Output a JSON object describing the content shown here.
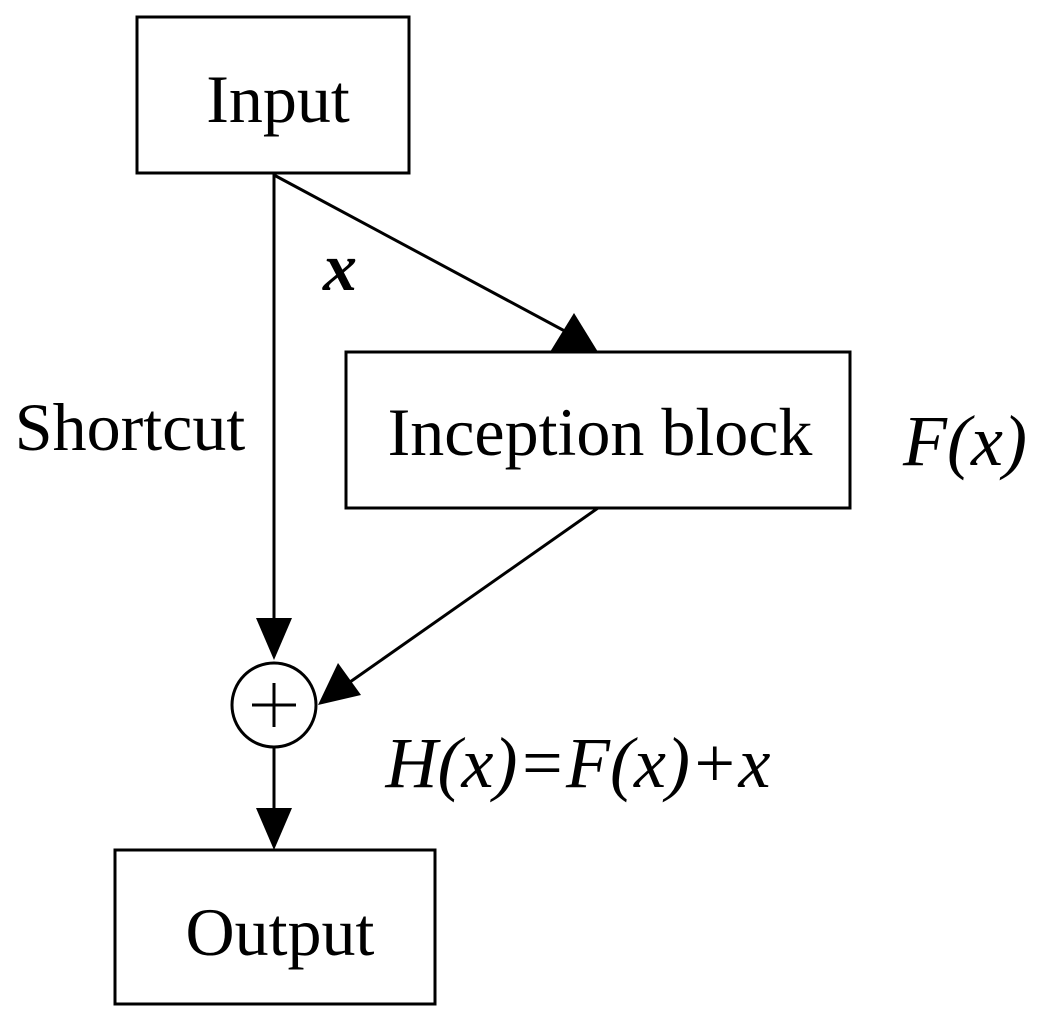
{
  "nodes": {
    "input": "Input",
    "inception": "Inception block",
    "output": "Output"
  },
  "labels": {
    "x": "x",
    "shortcut": "Shortcut",
    "fx": "F(x)",
    "hx": "H(x)=F(x)+x"
  },
  "symbols": {
    "sum": "plus-in-circle"
  },
  "colors": {
    "stroke": "#000000",
    "background": "#ffffff"
  }
}
